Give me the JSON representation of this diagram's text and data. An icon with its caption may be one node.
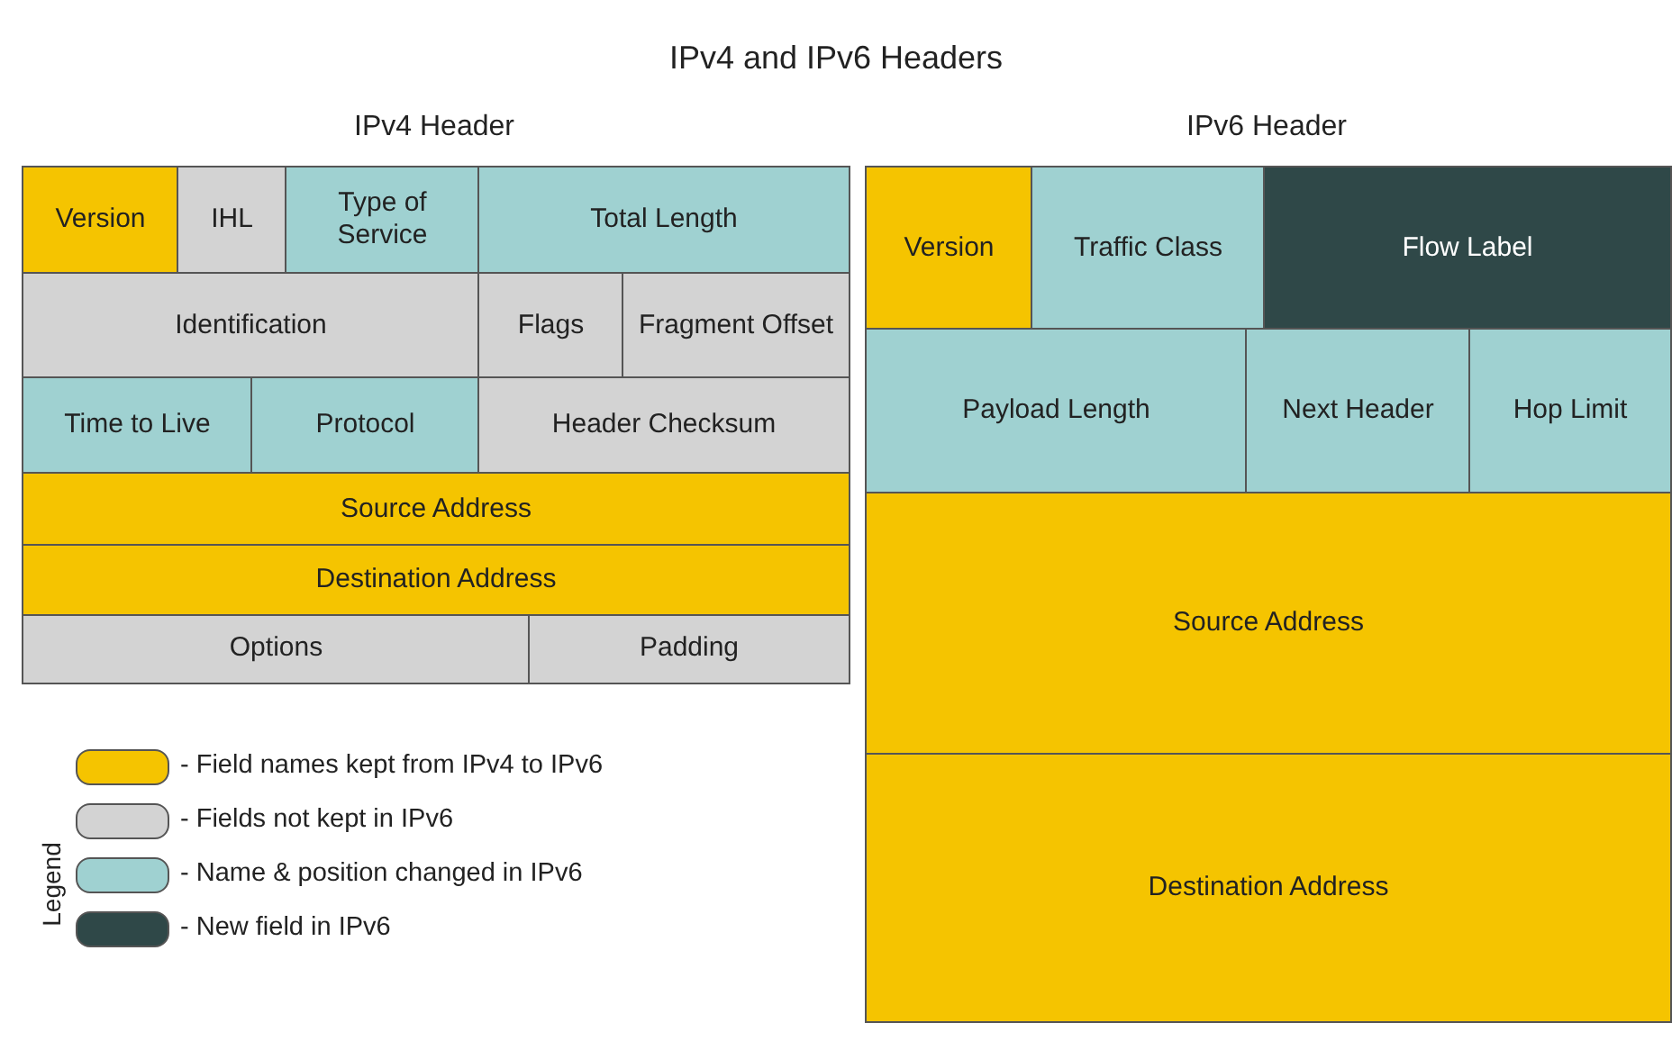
{
  "diagram": {
    "title": "IPv4 and IPv6 Headers",
    "nodes": [
      {
        "text": [
          "IPv4 Header"
        ]
      },
      {
        "text": [
          "Version"
        ],
        "in": 0
      },
      {
        "text": [
          "IHL"
        ],
        "in": 0
      },
      {
        "text": [
          "Type of Service"
        ],
        "in": 0
      },
      {
        "text": [
          "Total Length"
        ],
        "in": 0
      },
      {
        "text": [
          "Identification"
        ],
        "in": 0
      },
      {
        "text": [
          "Flags"
        ],
        "in": 0
      },
      {
        "text": [
          "Fragment Offset"
        ],
        "in": 0
      },
      {
        "text": [
          "Time to Live"
        ],
        "in": 0
      },
      {
        "text": [
          "Protocol"
        ],
        "in": 0
      },
      {
        "text": [
          "Header Checksum"
        ],
        "in": 0
      },
      {
        "text": [
          "Source Address"
        ],
        "in": 0
      },
      {
        "text": [
          "Destination Address"
        ],
        "in": 0
      },
      {
        "text": [
          "Options"
        ],
        "in": 0
      },
      {
        "text": [
          "Padding"
        ],
        "in": 0
      },
      {
        "text": [
          "IPv6 Header"
        ]
      },
      {
        "text": [
          "Version"
        ],
        "in": 15
      },
      {
        "text": [
          "Traffic Class"
        ],
        "in": 15
      },
      {
        "text": [
          "Flow Label"
        ],
        "in": 15
      },
      {
        "text": [
          "Payload Length"
        ],
        "in": 15
      },
      {
        "text": [
          "Next Header"
        ],
        "in": 15
      },
      {
        "text": [
          "Hop Limit"
        ],
        "in": 15
      },
      {
        "text": [
          "Source Address"
        ],
        "in": 15
      },
      {
        "text": [
          "Destination Address"
        ],
        "in": 15
      }
    ],
    "labels": [
      "Legend"
    ],
    "legend": [
      {
        "text": "- Field names kept from IPv4 to IPv6",
        "color": "#f5c400"
      },
      {
        "text": "- Fields not kept in IPv6",
        "color": "#d3d3d3"
      },
      {
        "text": "- Name & position changed in IPv6",
        "color": "#9fd1d1"
      },
      {
        "text": "- New field in IPv6",
        "color": "#2f4848"
      }
    ]
  }
}
